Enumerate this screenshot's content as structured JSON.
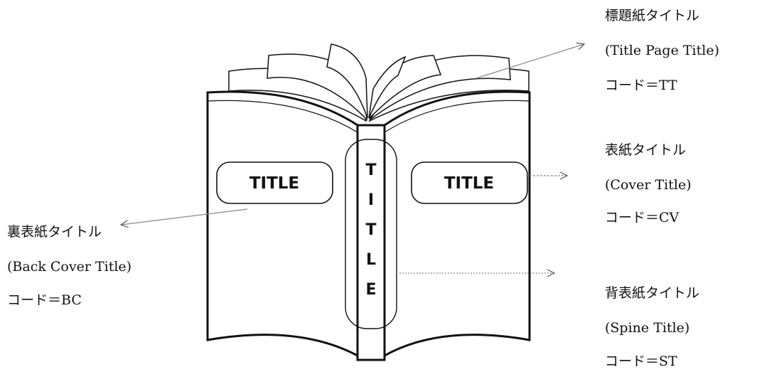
{
  "diagram": {
    "cover_title_text": "TITLE",
    "back_cover_title_text": "TITLE",
    "spine_letters": [
      "T",
      "I",
      "T",
      "L",
      "E"
    ]
  },
  "labels": {
    "title_page": {
      "jp": "標題紙タイトル",
      "en": "(Title Page Title)",
      "code": "コード＝TT"
    },
    "cover": {
      "jp": "表紙タイトル",
      "en": "(Cover Title)",
      "code": "コード＝CV"
    },
    "back_cover": {
      "jp": "裏表紙タイトル",
      "en": "(Back Cover Title)",
      "code": "コード＝BC"
    },
    "spine": {
      "jp": "背表紙タイトル",
      "en": "(Spine Title)",
      "code": "コード＝ST"
    }
  },
  "colors": {
    "line": "#111111",
    "arrow": "#888888"
  }
}
